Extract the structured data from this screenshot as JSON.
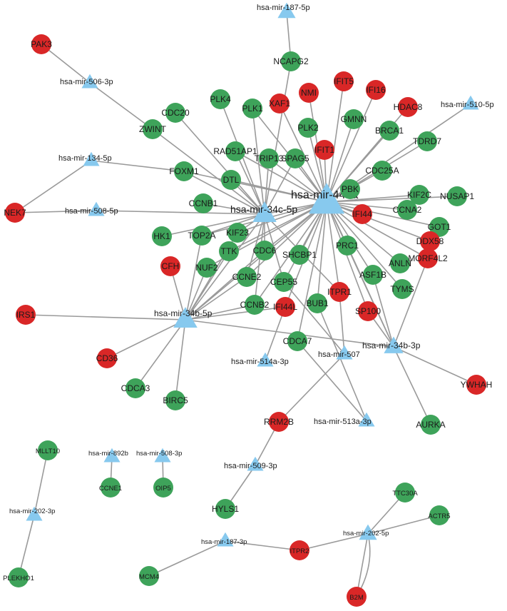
{
  "network": {
    "colors": {
      "mirna": "#87c9ee",
      "up": "#d92727",
      "down": "#3ea35a",
      "edge": "#9a9a9a"
    },
    "mirnas": [
      {
        "id": "m449a",
        "label": "hsa-mir-449a"
      },
      {
        "id": "m34c5p",
        "label": "hsa-mir-34c-5p"
      },
      {
        "id": "m34b5p",
        "label": "hsa-mir-34b-5p"
      },
      {
        "id": "m34b3p",
        "label": "hsa-mir-34b-3p"
      },
      {
        "id": "m187_5p",
        "label": "hsa-mir-187-5p"
      },
      {
        "id": "m506",
        "label": "hsa-mir-506-3p"
      },
      {
        "id": "m510",
        "label": "hsa-mir-510-5p"
      },
      {
        "id": "m134",
        "label": "hsa-mir-134-5p"
      },
      {
        "id": "m508_5p",
        "label": "hsa-mir-508-5p"
      },
      {
        "id": "m514",
        "label": "hsa-mir-514a-3p"
      },
      {
        "id": "m507",
        "label": "hsa-mir-507"
      },
      {
        "id": "m513",
        "label": "hsa-mir-513a-3p"
      },
      {
        "id": "m509",
        "label": "hsa-mir-509-3p"
      },
      {
        "id": "m892b",
        "label": "hsa-mir-892b"
      },
      {
        "id": "m508_3p",
        "label": "hsa-mir-508-3p"
      },
      {
        "id": "m202_3p",
        "label": "hsa-mir-202-3p"
      },
      {
        "id": "m202_5p",
        "label": "hsa-mir-202-5p"
      },
      {
        "id": "m187_3p",
        "label": "hsa-mir-187-3p"
      }
    ],
    "genes": [
      {
        "id": "PAK3",
        "label": "PAK3",
        "reg": "up"
      },
      {
        "id": "NCAPG2",
        "label": "NCAPG2",
        "reg": "down"
      },
      {
        "id": "NMI",
        "label": "NMI",
        "reg": "up"
      },
      {
        "id": "IFIT5",
        "label": "IFIT5",
        "reg": "up"
      },
      {
        "id": "IFI16",
        "label": "IFI16",
        "reg": "up"
      },
      {
        "id": "HDAC8",
        "label": "HDAC8",
        "reg": "up"
      },
      {
        "id": "PLK4",
        "label": "PLK4",
        "reg": "down"
      },
      {
        "id": "ZWINT",
        "label": "ZWINT",
        "reg": "down"
      },
      {
        "id": "CDC20",
        "label": "CDC20",
        "reg": "down"
      },
      {
        "id": "PLK1",
        "label": "PLK1",
        "reg": "down"
      },
      {
        "id": "XAF1",
        "label": "XAF1",
        "reg": "up"
      },
      {
        "id": "PLK2",
        "label": "PLK2",
        "reg": "down"
      },
      {
        "id": "GMNN",
        "label": "GMNN",
        "reg": "down"
      },
      {
        "id": "BRCA1",
        "label": "BRCA1",
        "reg": "down"
      },
      {
        "id": "RAD51AP1",
        "label": "RAD51AP1",
        "reg": "down"
      },
      {
        "id": "TDRD7",
        "label": "TDRD7",
        "reg": "down"
      },
      {
        "id": "IFIT1",
        "label": "IFIT1",
        "reg": "up"
      },
      {
        "id": "TRIP13",
        "label": "TRIP13",
        "reg": "down"
      },
      {
        "id": "SPAG5",
        "label": "SPAG5",
        "reg": "down"
      },
      {
        "id": "CDC25A",
        "label": "CDC25A",
        "reg": "down"
      },
      {
        "id": "FOXM1",
        "label": "FOXM1",
        "reg": "down"
      },
      {
        "id": "DTL",
        "label": "DTL",
        "reg": "down"
      },
      {
        "id": "PBK",
        "label": "PBK",
        "reg": "down"
      },
      {
        "id": "KIF2C",
        "label": "KIF2C",
        "reg": "down"
      },
      {
        "id": "NUSAP1",
        "label": "NUSAP1",
        "reg": "down"
      },
      {
        "id": "NEK7",
        "label": "NEK7",
        "reg": "up"
      },
      {
        "id": "CCNB1",
        "label": "CCNB1",
        "reg": "down"
      },
      {
        "id": "GOT1",
        "label": "GOT1",
        "reg": "down"
      },
      {
        "id": "CCNA2",
        "label": "CCNA2",
        "reg": "down"
      },
      {
        "id": "IFI44",
        "label": "IFI44",
        "reg": "up"
      },
      {
        "id": "HK1",
        "label": "HK1",
        "reg": "down"
      },
      {
        "id": "TOP2A",
        "label": "TOP2A",
        "reg": "down"
      },
      {
        "id": "KIF23",
        "label": "KIF23",
        "reg": "down"
      },
      {
        "id": "DDX58",
        "label": "DDX58",
        "reg": "up"
      },
      {
        "id": "ANLN",
        "label": "ANLN",
        "reg": "down"
      },
      {
        "id": "PRC1",
        "label": "PRC1",
        "reg": "down"
      },
      {
        "id": "CFH",
        "label": "CFH",
        "reg": "up"
      },
      {
        "id": "TTK",
        "label": "TTK",
        "reg": "down"
      },
      {
        "id": "CDC6",
        "label": "CDC6",
        "reg": "down"
      },
      {
        "id": "SHCBP1",
        "label": "SHCBP1",
        "reg": "down"
      },
      {
        "id": "NUF2",
        "label": "NUF2",
        "reg": "down"
      },
      {
        "id": "MORF4L2",
        "label": "MORF4L2",
        "reg": "up"
      },
      {
        "id": "ASF1B",
        "label": "ASF1B",
        "reg": "down"
      },
      {
        "id": "CCNE2",
        "label": "CCNE2",
        "reg": "down"
      },
      {
        "id": "TYMS",
        "label": "TYMS",
        "reg": "down"
      },
      {
        "id": "CEP55",
        "label": "CEP55",
        "reg": "down"
      },
      {
        "id": "ITPR1",
        "label": "ITPR1",
        "reg": "up"
      },
      {
        "id": "IRS1",
        "label": "IRS1",
        "reg": "up"
      },
      {
        "id": "CCNB2",
        "label": "CCNB2",
        "reg": "down"
      },
      {
        "id": "IFI44L",
        "label": "IFI44L",
        "reg": "up"
      },
      {
        "id": "BUB1",
        "label": "BUB1",
        "reg": "down"
      },
      {
        "id": "SP100",
        "label": "SP100",
        "reg": "up"
      },
      {
        "id": "CD36",
        "label": "CD36",
        "reg": "up"
      },
      {
        "id": "CDCA7",
        "label": "CDCA7",
        "reg": "down"
      },
      {
        "id": "CDCA3",
        "label": "CDCA3",
        "reg": "down"
      },
      {
        "id": "BIRC5",
        "label": "BIRC5",
        "reg": "down"
      },
      {
        "id": "YWHAH",
        "label": "YWHAH",
        "reg": "up"
      },
      {
        "id": "RRM2B",
        "label": "RRM2B",
        "reg": "up"
      },
      {
        "id": "AURKA",
        "label": "AURKA",
        "reg": "down"
      },
      {
        "id": "MLLT10",
        "label": "MLLT10",
        "reg": "down"
      },
      {
        "id": "CCNE1",
        "label": "CCNE1",
        "reg": "down"
      },
      {
        "id": "OIP5",
        "label": "OIP5",
        "reg": "down"
      },
      {
        "id": "HYLS1",
        "label": "HYLS1",
        "reg": "down"
      },
      {
        "id": "TTC30A",
        "label": "TTC30A",
        "reg": "down"
      },
      {
        "id": "ACTR5",
        "label": "ACTR5",
        "reg": "down"
      },
      {
        "id": "ITPR2",
        "label": "ITPR2",
        "reg": "up"
      },
      {
        "id": "PLEKHO1",
        "label": "PLEKHO1",
        "reg": "down"
      },
      {
        "id": "MCM4",
        "label": "MCM4",
        "reg": "down"
      },
      {
        "id": "B2M",
        "label": "B2M",
        "reg": "up"
      }
    ],
    "edges": [
      [
        "m449a",
        "NMI"
      ],
      [
        "m449a",
        "IFIT5"
      ],
      [
        "m449a",
        "IFI16"
      ],
      [
        "m449a",
        "HDAC8"
      ],
      [
        "m449a",
        "XAF1"
      ],
      [
        "m449a",
        "PLK2"
      ],
      [
        "m449a",
        "GMNN"
      ],
      [
        "m449a",
        "BRCA1"
      ],
      [
        "m449a",
        "IFIT1"
      ],
      [
        "m449a",
        "SPAG5"
      ],
      [
        "m449a",
        "TRIP13"
      ],
      [
        "m449a",
        "RAD51AP1"
      ],
      [
        "m449a",
        "PLK1"
      ],
      [
        "m449a",
        "CDC25A"
      ],
      [
        "m449a",
        "TDRD7"
      ],
      [
        "m449a",
        "PBK"
      ],
      [
        "m449a",
        "KIF2C"
      ],
      [
        "m449a",
        "NUSAP1"
      ],
      [
        "m449a",
        "m510"
      ],
      [
        "m449a",
        "GOT1"
      ],
      [
        "m449a",
        "CCNA2"
      ],
      [
        "m449a",
        "IFI44"
      ],
      [
        "m449a",
        "DDX58"
      ],
      [
        "m449a",
        "ANLN"
      ],
      [
        "m449a",
        "MORF4L2"
      ],
      [
        "m449a",
        "TYMS"
      ],
      [
        "m449a",
        "ASF1B"
      ],
      [
        "m449a",
        "SP100"
      ],
      [
        "m449a",
        "PRC1"
      ],
      [
        "m449a",
        "ITPR1"
      ],
      [
        "m449a",
        "SHCBP1"
      ],
      [
        "m449a",
        "CEP55"
      ],
      [
        "m449a",
        "BUB1"
      ],
      [
        "m449a",
        "CDC6"
      ],
      [
        "m449a",
        "IFI44L"
      ],
      [
        "m449a",
        "CCNB2"
      ],
      [
        "m449a",
        "CCNE2"
      ],
      [
        "m449a",
        "TTK"
      ],
      [
        "m449a",
        "NUF2"
      ],
      [
        "m449a",
        "KIF23"
      ],
      [
        "m449a",
        "DTL"
      ],
      [
        "m449a",
        "FOXM1"
      ],
      [
        "m449a",
        "m34c5p"
      ],
      [
        "m449a",
        "m34b5p"
      ],
      [
        "m449a",
        "CDCA7"
      ],
      [
        "m449a",
        "m34b3p"
      ],
      [
        "m449a",
        "TOP2A"
      ],
      [
        "m34c5p",
        "NCAPG2"
      ],
      [
        "m34c5p",
        "ZWINT"
      ],
      [
        "m34c5p",
        "CDC20"
      ],
      [
        "m34c5p",
        "PLK4"
      ],
      [
        "m34c5p",
        "PLK1"
      ],
      [
        "m34c5p",
        "RAD51AP1"
      ],
      [
        "m34c5p",
        "TRIP13"
      ],
      [
        "m34c5p",
        "SPAG5"
      ],
      [
        "m34c5p",
        "FOXM1"
      ],
      [
        "m34c5p",
        "DTL"
      ],
      [
        "m34c5p",
        "CCNB1"
      ],
      [
        "m34c5p",
        "TOP2A"
      ],
      [
        "m34c5p",
        "KIF23"
      ],
      [
        "m34c5p",
        "HK1"
      ],
      [
        "m34c5p",
        "CCNE2"
      ],
      [
        "m34c5p",
        "CDC6"
      ],
      [
        "m34c5p",
        "CEP55"
      ],
      [
        "m34c5p",
        "ITPR1"
      ],
      [
        "m34c5p",
        "m508_5p"
      ],
      [
        "m34c5p",
        "m34b5p"
      ],
      [
        "m34b5p",
        "IRS1"
      ],
      [
        "m34b5p",
        "CD36"
      ],
      [
        "m34b5p",
        "CDCA3"
      ],
      [
        "m34b5p",
        "BIRC5"
      ],
      [
        "m34b5p",
        "CFH"
      ],
      [
        "m34b5p",
        "TOP2A"
      ],
      [
        "m34b5p",
        "KIF23"
      ],
      [
        "m34b5p",
        "TTK"
      ],
      [
        "m34b5p",
        "NUF2"
      ],
      [
        "m34b5p",
        "CCNB2"
      ],
      [
        "m34b5p",
        "CCNE2"
      ],
      [
        "m34b5p",
        "CDC6"
      ],
      [
        "m34b5p",
        "m34b3p"
      ],
      [
        "m34b3p",
        "AURKA"
      ],
      [
        "m34b3p",
        "YWHAH"
      ],
      [
        "m34b3p",
        "MORF4L2"
      ],
      [
        "m34b3p",
        "SP100"
      ],
      [
        "m34b3p",
        "ASF1B"
      ],
      [
        "m34b3p",
        "PRC1"
      ],
      [
        "m187_5p",
        "NCAPG2"
      ],
      [
        "m506",
        "PAK3"
      ],
      [
        "m506",
        "ZWINT"
      ],
      [
        "m134",
        "NEK7"
      ],
      [
        "m134",
        "FOXM1"
      ],
      [
        "m508_5p",
        "NEK7"
      ],
      [
        "m514",
        "IFI44L"
      ],
      [
        "m507",
        "ITPR1"
      ],
      [
        "m507",
        "RRM2B"
      ],
      [
        "m507",
        "CEP55"
      ],
      [
        "m513",
        "CDCA7"
      ],
      [
        "m513",
        "BUB1"
      ],
      [
        "m509",
        "RRM2B"
      ],
      [
        "m509",
        "HYLS1"
      ],
      [
        "m892b",
        "CCNE1"
      ],
      [
        "m508_3p",
        "OIP5"
      ],
      [
        "m202_3p",
        "MLLT10"
      ],
      [
        "m202_3p",
        "PLEKHO1"
      ],
      [
        "m202_5p",
        "TTC30A"
      ],
      [
        "m202_5p",
        "ACTR5"
      ],
      [
        "m202_5p",
        "ITPR2"
      ],
      [
        "m202_5p",
        "B2M"
      ],
      [
        "m187_3p",
        "ITPR2"
      ],
      [
        "m187_3p",
        "MCM4"
      ],
      [
        "m34c5p",
        "CCNB2"
      ],
      [
        "m34b5p",
        "IFI44L"
      ]
    ]
  }
}
